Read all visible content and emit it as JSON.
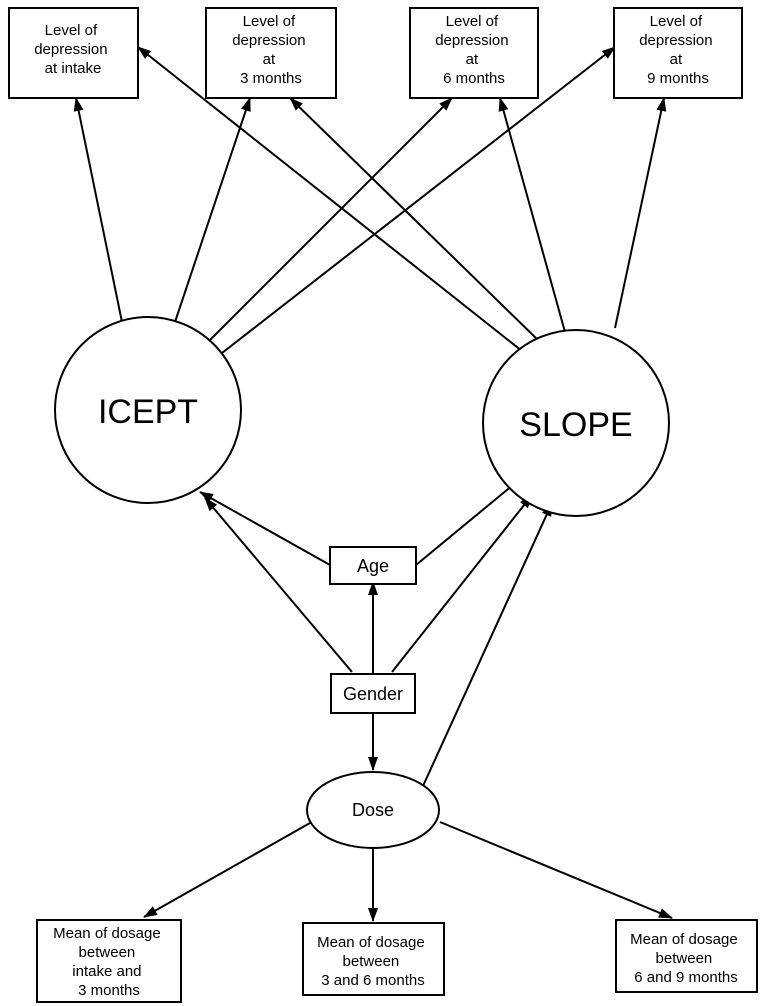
{
  "nodes": {
    "level_intake": {
      "lines": [
        "Level of",
        "depression",
        "at intake"
      ]
    },
    "level_3m": {
      "lines": [
        "Level of",
        "depression",
        "at",
        "3 months"
      ]
    },
    "level_6m": {
      "lines": [
        "Level of",
        "depression",
        "at",
        "6 months"
      ]
    },
    "level_9m": {
      "lines": [
        "Level of",
        "depression",
        "at",
        "9 months"
      ]
    },
    "icept": {
      "lines": [
        "ICEPT"
      ]
    },
    "slope": {
      "lines": [
        "SLOPE"
      ]
    },
    "age": {
      "lines": [
        "Age"
      ]
    },
    "gender": {
      "lines": [
        "Gender"
      ]
    },
    "dose": {
      "lines": [
        "Dose"
      ]
    },
    "dosage_0_3": {
      "lines": [
        "Mean of dosage",
        "between",
        "intake and",
        "3 months"
      ]
    },
    "dosage_3_6": {
      "lines": [
        "Mean of dosage",
        "between",
        "3 and 6 months"
      ]
    },
    "dosage_6_9": {
      "lines": [
        "Mean of dosage",
        "between",
        "6 and 9 months"
      ]
    }
  },
  "edges": [
    {
      "from": "icept",
      "to": "level_intake"
    },
    {
      "from": "icept",
      "to": "level_3m"
    },
    {
      "from": "icept",
      "to": "level_6m"
    },
    {
      "from": "icept",
      "to": "level_9m"
    },
    {
      "from": "slope",
      "to": "level_intake"
    },
    {
      "from": "slope",
      "to": "level_3m"
    },
    {
      "from": "slope",
      "to": "level_6m"
    },
    {
      "from": "slope",
      "to": "level_9m"
    },
    {
      "from": "age",
      "to": "icept"
    },
    {
      "from": "age",
      "to": "slope"
    },
    {
      "from": "gender",
      "to": "age"
    },
    {
      "from": "gender",
      "to": "icept"
    },
    {
      "from": "gender",
      "to": "slope"
    },
    {
      "from": "gender",
      "to": "dose"
    },
    {
      "from": "dose",
      "to": "slope"
    },
    {
      "from": "dose",
      "to": "dosage_0_3"
    },
    {
      "from": "dose",
      "to": "dosage_3_6"
    },
    {
      "from": "dose",
      "to": "dosage_6_9"
    }
  ]
}
